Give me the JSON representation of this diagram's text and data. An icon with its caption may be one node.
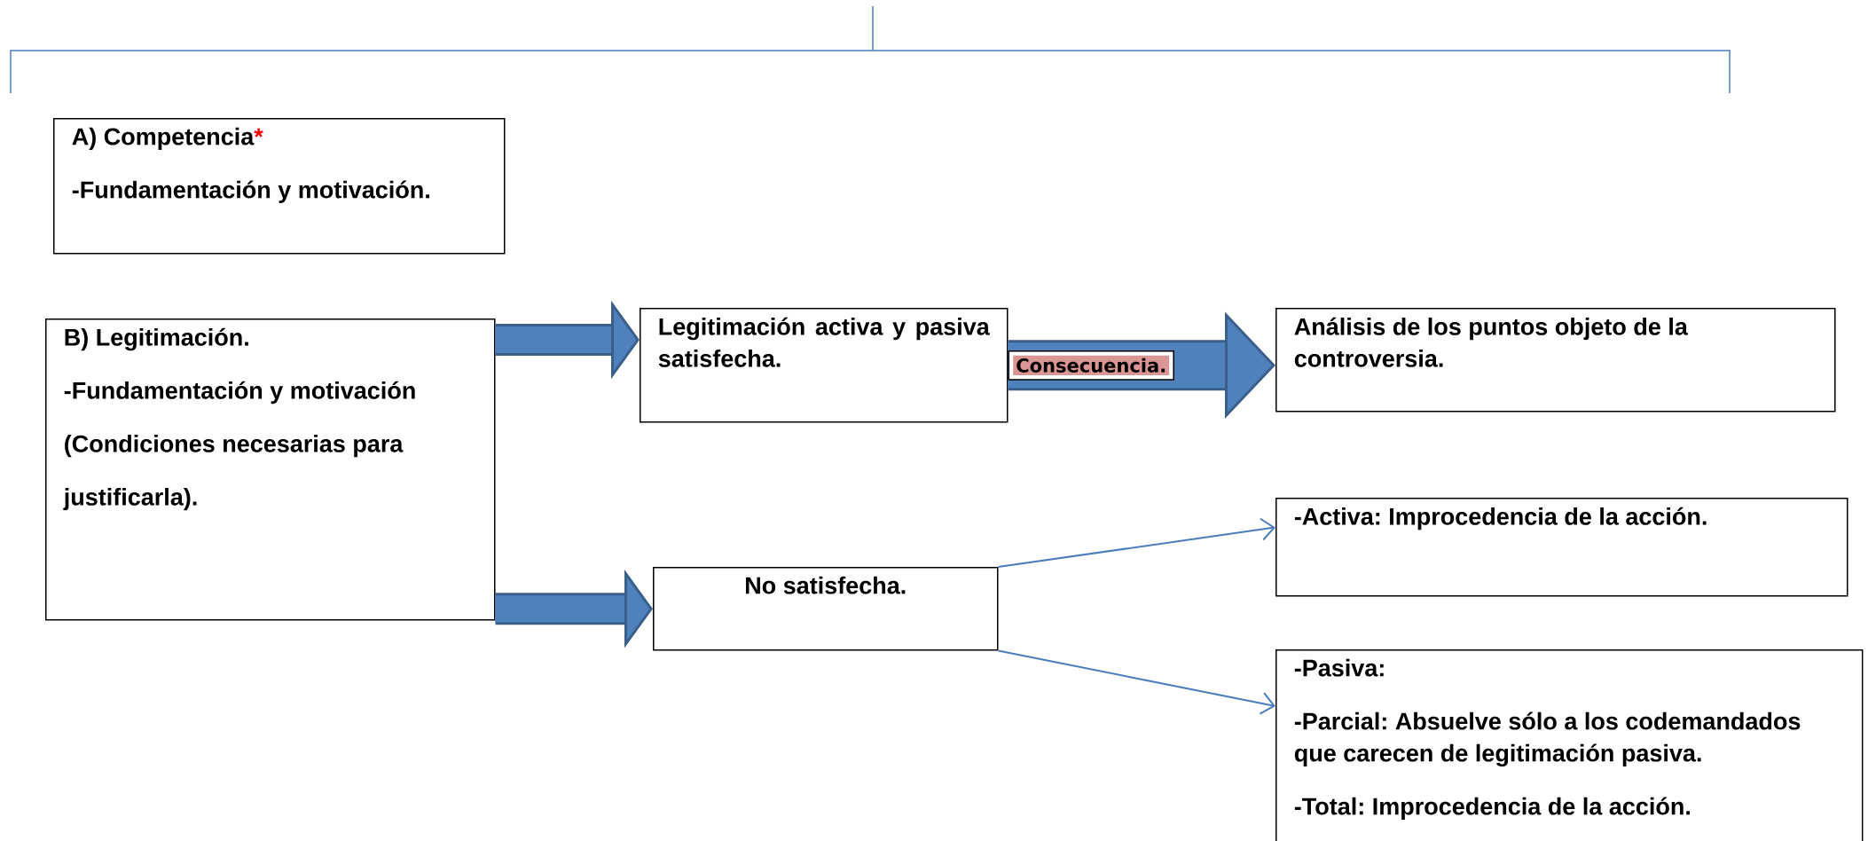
{
  "diagram": {
    "nodes": [
      {
        "text": [
          "A) Competencia",
          "*",
          "-Fundamentación y motivación."
        ]
      },
      {
        "text": [
          "B) Legitimación.",
          "-Fundamentación y motivación",
          "(Condiciones necesarias para justificarla)."
        ]
      },
      {
        "text": [
          "Legitimación activa y pasiva satisfecha."
        ]
      },
      {
        "text": [
          "Análisis de los puntos objeto de la controversia."
        ]
      },
      {
        "text": [
          "No satisfecha."
        ]
      },
      {
        "text": [
          "-Activa: Improcedencia de la acción."
        ]
      },
      {
        "text": [
          "-Pasiva:",
          "-Parcial: Absuelve sólo a los codemandados que carecen de legitimación pasiva.",
          "-Total: Improcedencia de la acción."
        ]
      }
    ],
    "edges": [
      {
        "from": 1,
        "to": 2,
        "arrow": "to"
      },
      {
        "from": 1,
        "to": 4,
        "arrow": "to"
      },
      {
        "from": 2,
        "to": 3,
        "arrow": "to",
        "label": "Consecuencia."
      },
      {
        "from": 4,
        "to": 5,
        "arrow": "to"
      },
      {
        "from": 4,
        "to": 6,
        "arrow": "to"
      }
    ]
  }
}
